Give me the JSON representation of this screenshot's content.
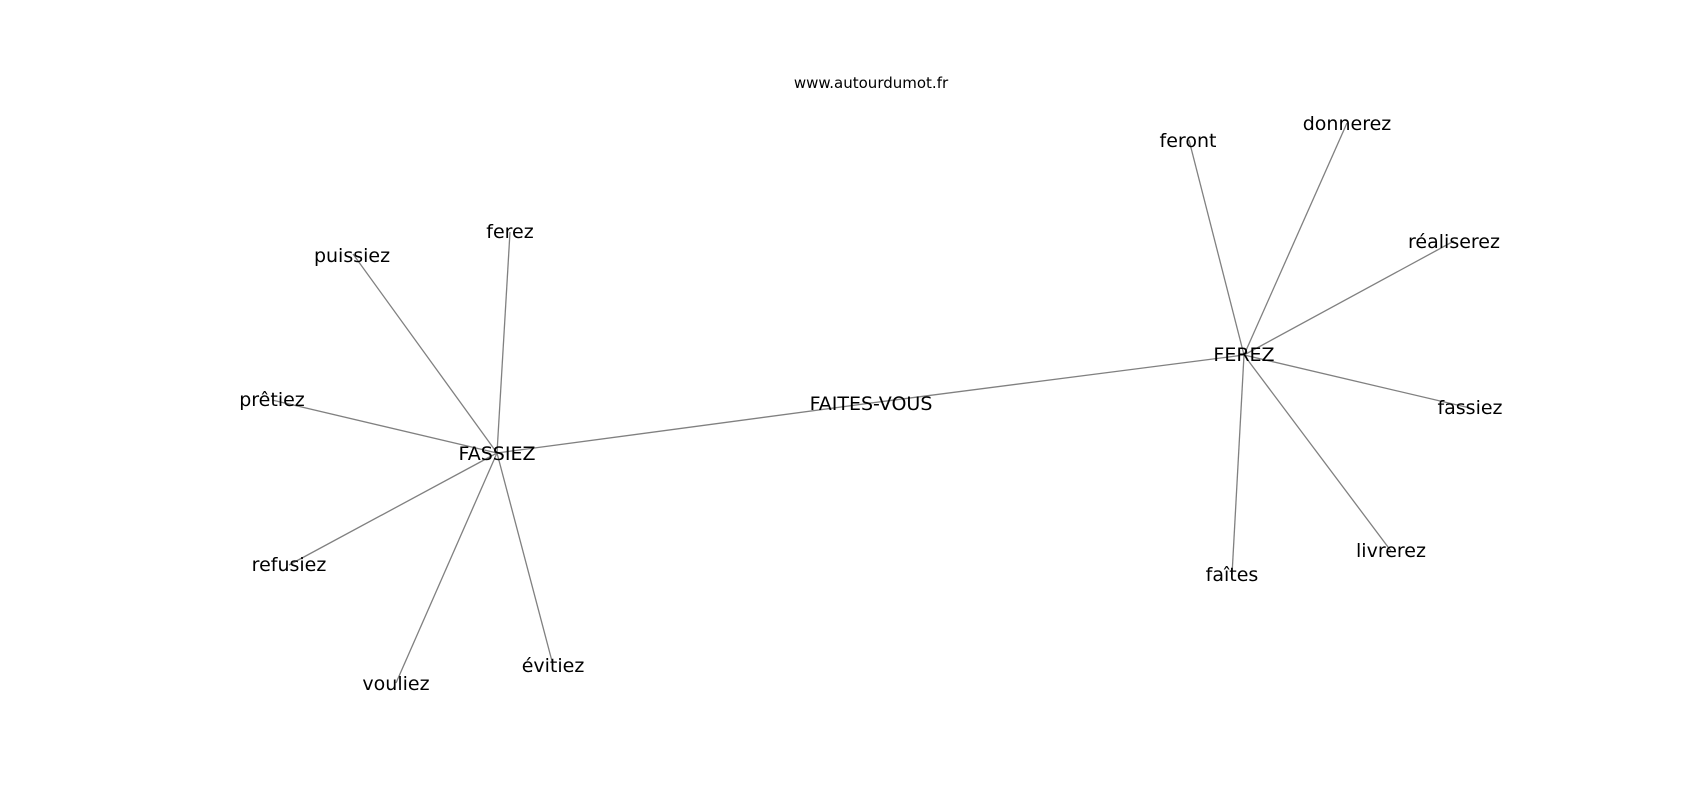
{
  "watermark": "www.autourdumot.fr",
  "graph": {
    "center": "FAITES-VOUS",
    "hubs": [
      {
        "label": "FASSIEZ",
        "neighbors": [
          "puissiez",
          "ferez",
          "prêtiez",
          "refusiez",
          "vouliez",
          "évitiez"
        ]
      },
      {
        "label": "FEREZ",
        "neighbors": [
          "feront",
          "donnerez",
          "réaliserez",
          "fassiez",
          "livrerez",
          "faîtes"
        ]
      }
    ]
  }
}
